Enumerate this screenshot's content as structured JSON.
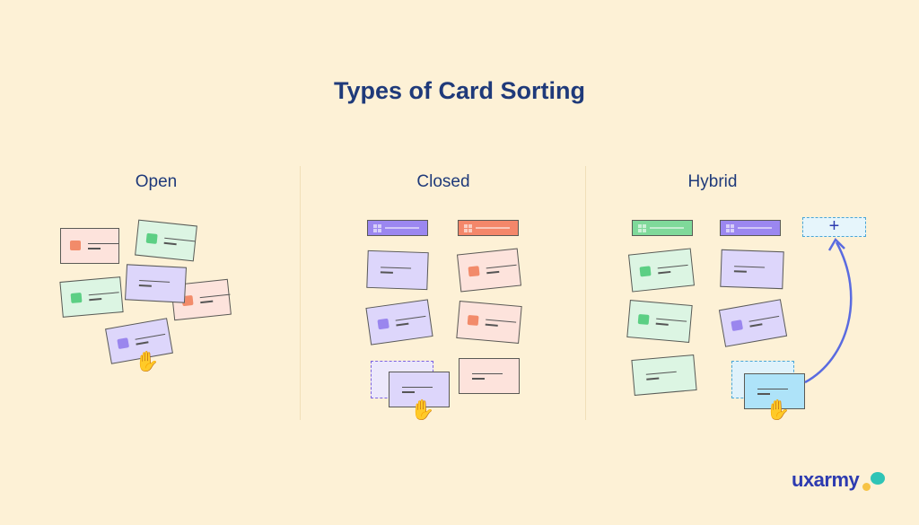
{
  "title": "Types of Card Sorting",
  "columns": [
    {
      "label": "Open"
    },
    {
      "label": "Closed"
    },
    {
      "label": "Hybrid"
    }
  ],
  "add_category_symbol": "+",
  "brand": {
    "logo_text": "uxarmy"
  },
  "colors": {
    "background": "#fdf1d6",
    "title": "#1f3a7a",
    "pink": "#fde3dc",
    "green": "#dcf5e3",
    "purple": "#ddd6fb",
    "blue": "#aee3f9"
  }
}
